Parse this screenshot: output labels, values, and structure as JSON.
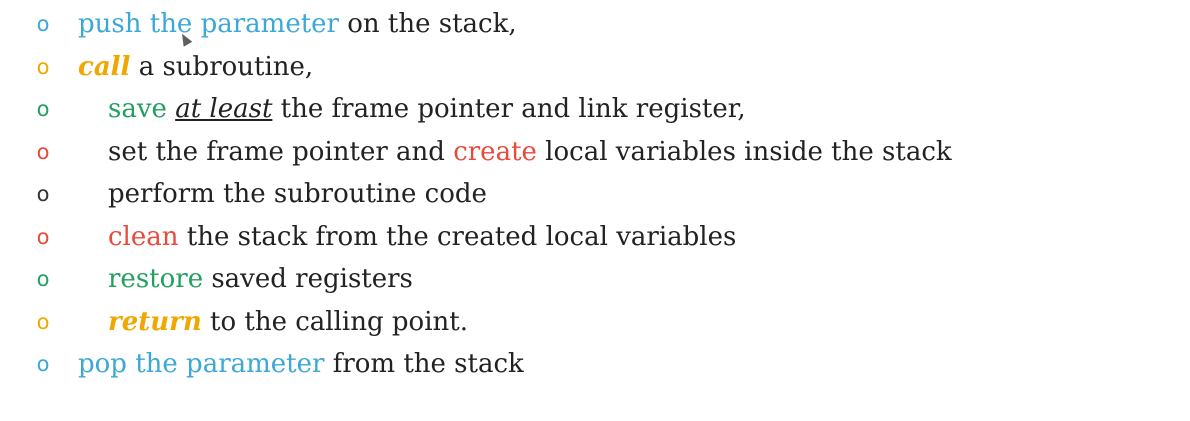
{
  "bullets": [
    {
      "level": 1,
      "marker_color": "#3ba8d8",
      "segments": [
        {
          "text": "push the parameter",
          "color": "#3ba8d8",
          "style": "normal"
        },
        {
          "text": " on the stack,",
          "color": "#222222",
          "style": "normal"
        }
      ]
    },
    {
      "level": 1,
      "marker_color": "#f0a800",
      "segments": [
        {
          "text": "call",
          "color": "#f0a800",
          "style": "italic-bold"
        },
        {
          "text": " a subroutine,",
          "color": "#222222",
          "style": "normal"
        }
      ]
    },
    {
      "level": 2,
      "marker_color": "#22a060",
      "segments": [
        {
          "text": "save",
          "color": "#22a060",
          "style": "normal"
        },
        {
          "text": " ",
          "color": "#222222",
          "style": "normal"
        },
        {
          "text": "at least",
          "color": "#222222",
          "style": "italic-underline"
        },
        {
          "text": " the frame pointer and link register,",
          "color": "#222222",
          "style": "normal"
        }
      ]
    },
    {
      "level": 2,
      "marker_color": "#e84a3c",
      "segments": [
        {
          "text": "set the frame pointer and ",
          "color": "#222222",
          "style": "normal"
        },
        {
          "text": "create",
          "color": "#e84a3c",
          "style": "normal"
        },
        {
          "text": " local variables inside the stack",
          "color": "#222222",
          "style": "normal"
        }
      ]
    },
    {
      "level": 2,
      "marker_color": "#333333",
      "segments": [
        {
          "text": "perform the subroutine code",
          "color": "#222222",
          "style": "normal"
        }
      ]
    },
    {
      "level": 2,
      "marker_color": "#e84a3c",
      "segments": [
        {
          "text": "clean",
          "color": "#e84a3c",
          "style": "normal"
        },
        {
          "text": " the stack from the created local variables",
          "color": "#222222",
          "style": "normal"
        }
      ]
    },
    {
      "level": 2,
      "marker_color": "#22a060",
      "segments": [
        {
          "text": "restore",
          "color": "#22a060",
          "style": "normal"
        },
        {
          "text": " saved registers",
          "color": "#222222",
          "style": "normal"
        }
      ]
    },
    {
      "level": 2,
      "marker_color": "#f0a800",
      "segments": [
        {
          "text": "return",
          "color": "#f0a800",
          "style": "italic-bold"
        },
        {
          "text": " to the calling point.",
          "color": "#222222",
          "style": "normal"
        }
      ]
    },
    {
      "level": 1,
      "marker_color": "#3ba8d8",
      "segments": [
        {
          "text": "pop the parameter",
          "color": "#3ba8d8",
          "style": "normal"
        },
        {
          "text": " from the stack",
          "color": "#222222",
          "style": "normal"
        }
      ]
    }
  ],
  "marker_glyph": "o",
  "cursor_icon": "mouse-pointer-icon"
}
